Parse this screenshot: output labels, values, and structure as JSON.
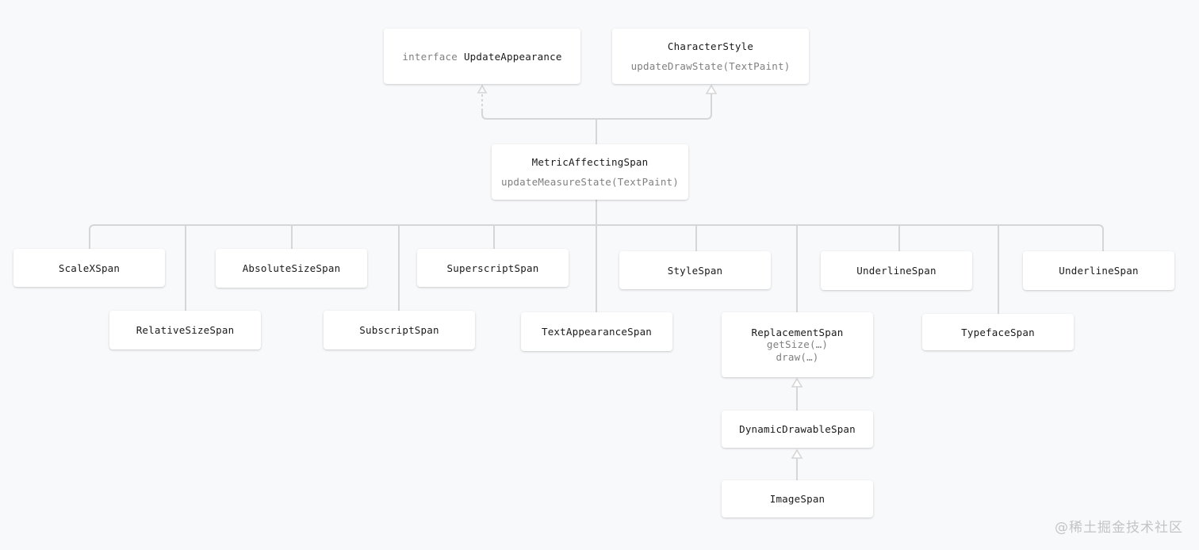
{
  "nodes": {
    "update_appearance": {
      "keyword": "interface",
      "name": "UpdateAppearance"
    },
    "character_style": {
      "name": "CharacterStyle",
      "method": "updateDrawState(TextPaint)"
    },
    "metric_affecting_span": {
      "name": "MetricAffectingSpan",
      "method": "updateMeasureState(TextPaint)"
    },
    "scale_x_span": {
      "name": "ScaleXSpan"
    },
    "absolute_size_span": {
      "name": "AbsoluteSizeSpan"
    },
    "superscript_span": {
      "name": "SuperscriptSpan"
    },
    "style_span": {
      "name": "StyleSpan"
    },
    "underline_span_1": {
      "name": "UnderlineSpan"
    },
    "underline_span_2": {
      "name": "UnderlineSpan"
    },
    "relative_size_span": {
      "name": "RelativeSizeSpan"
    },
    "subscript_span": {
      "name": "SubscriptSpan"
    },
    "text_appearance_span": {
      "name": "TextAppearanceSpan"
    },
    "replacement_span": {
      "name": "ReplacementSpan",
      "methods": [
        "getSize(…)",
        "draw(…)"
      ]
    },
    "typeface_span": {
      "name": "TypefaceSpan"
    },
    "dynamic_drawable_span": {
      "name": "DynamicDrawableSpan"
    },
    "image_span": {
      "name": "ImageSpan"
    }
  },
  "colors": {
    "background": "#f8f9fb",
    "connector": "#d6d6d6",
    "card": "#ffffff",
    "title_text": "#1a1a1a",
    "method_text": "#808080"
  },
  "watermark": "@稀土掘金技术社区"
}
